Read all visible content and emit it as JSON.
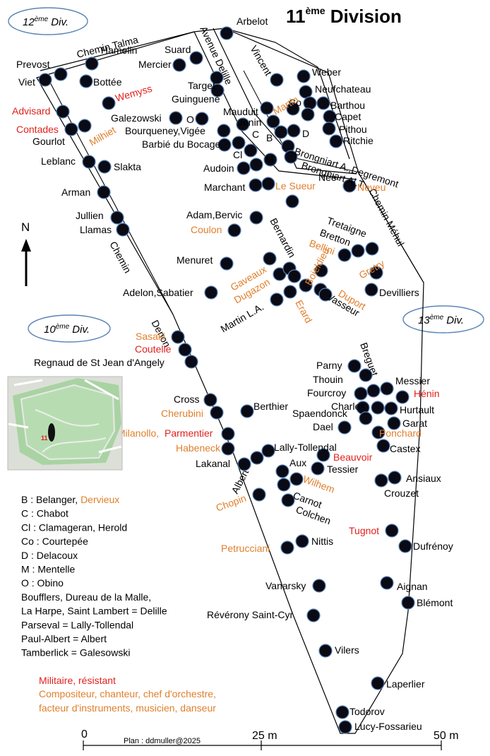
{
  "title": {
    "main": "11",
    "sup": "ème",
    "rest": " Division"
  },
  "divisions": {
    "d12": {
      "num": "12",
      "sup": "ème",
      "rest": " Div."
    },
    "d10": {
      "num": "10",
      "sup": "ème",
      "rest": " Div."
    },
    "d13": {
      "num": "13",
      "sup": "ème",
      "rest": " Div."
    }
  },
  "streets": {
    "talma": "Chemin Talma",
    "delille": "Avenue Delille",
    "vincent": "Vincent",
    "denon": "Chemin                    Denon",
    "mehul": "Chemin Méhul",
    "bernardin": "Bernardin",
    "breguet": "Breguet",
    "albert": "Albert"
  },
  "colors": {
    "red": "#e0211c",
    "orange": "#e07f2b",
    "black": "#000000",
    "grave": "#0a0a14"
  },
  "labels": [
    {
      "t": "Arbelot",
      "c": "k"
    },
    {
      "t": "Prevost",
      "c": "k"
    },
    {
      "t": "Hamelin",
      "c": "k"
    },
    {
      "t": "Suard",
      "c": "k"
    },
    {
      "t": "Mercier",
      "c": "k"
    },
    {
      "t": "Viet",
      "c": "k"
    },
    {
      "t": "Bottée",
      "c": "k"
    },
    {
      "t": "Wemyss",
      "c": "r"
    },
    {
      "t": "Target",
      "c": "k"
    },
    {
      "t": "Guinguené",
      "c": "k"
    },
    {
      "t": "Weber",
      "c": "k"
    },
    {
      "t": "Neufchateau",
      "c": "k"
    },
    {
      "t": "Co",
      "c": "k"
    },
    {
      "t": "Barthou",
      "c": "k"
    },
    {
      "t": "Capet",
      "c": "k"
    },
    {
      "t": "Pithou",
      "c": "k"
    },
    {
      "t": "Ritchie",
      "c": "k"
    },
    {
      "t": "Martin",
      "c": "o"
    },
    {
      "t": "Mauduit",
      "c": "k"
    },
    {
      "t": "Jenin",
      "c": "k"
    },
    {
      "t": "C",
      "c": "k"
    },
    {
      "t": "B",
      "c": "k"
    },
    {
      "t": "D",
      "c": "k"
    },
    {
      "t": "Advisard",
      "c": "r"
    },
    {
      "t": "Galezowski",
      "c": "k"
    },
    {
      "t": "O",
      "c": "k"
    },
    {
      "t": "Contades",
      "c": "r"
    },
    {
      "t": "Milhiet",
      "c": "o"
    },
    {
      "t": "Bourqueney,Vigée",
      "c": "k"
    },
    {
      "t": "Gourlot",
      "c": "k"
    },
    {
      "t": "Barbié du Bocage",
      "c": "k"
    },
    {
      "t": "Cl",
      "c": "k"
    },
    {
      "t": "M",
      "c": "k"
    },
    {
      "t": "Brongniart A.,Degremont",
      "c": "k"
    },
    {
      "t": "Brongniart Al.T",
      "c": "k"
    },
    {
      "t": "Née",
      "c": "k"
    },
    {
      "t": "Leblanc",
      "c": "k"
    },
    {
      "t": "Slakta",
      "c": "k"
    },
    {
      "t": "Audoin",
      "c": "k"
    },
    {
      "t": "Marchant",
      "c": "k"
    },
    {
      "t": "Le Sueur",
      "c": "o"
    },
    {
      "t": "Neveu",
      "c": "o"
    },
    {
      "t": "Arman",
      "c": "k"
    },
    {
      "t": "Jullien",
      "c": "k"
    },
    {
      "t": "Llamas",
      "c": "k"
    },
    {
      "t": "Adam,Bervic",
      "c": "k"
    },
    {
      "t": "Coulon",
      "c": "o"
    },
    {
      "t": "Tretaigne",
      "c": "k"
    },
    {
      "t": "Bretton",
      "c": "k"
    },
    {
      "t": "Bellini",
      "c": "o"
    },
    {
      "t": "Menuret",
      "c": "k"
    },
    {
      "t": "Gaveaux",
      "c": "o"
    },
    {
      "t": "Boieldieu",
      "c": "o"
    },
    {
      "t": "Gretry",
      "c": "o"
    },
    {
      "t": "Dugazon",
      "c": "o"
    },
    {
      "t": "Adelon,Sabatier",
      "c": "k"
    },
    {
      "t": "Duport",
      "c": "o"
    },
    {
      "t": "Devilliers",
      "c": "k"
    },
    {
      "t": "Erard",
      "c": "o"
    },
    {
      "t": "Vasseur",
      "c": "k"
    },
    {
      "t": "Martin L.A.",
      "c": "k"
    },
    {
      "t": "Sasaki",
      "c": "o"
    },
    {
      "t": "Coutelle",
      "c": "r"
    },
    {
      "t": "Regnaud de St Jean d'Angely",
      "c": "k"
    },
    {
      "t": "Parny",
      "c": "k"
    },
    {
      "t": "Thouin",
      "c": "k"
    },
    {
      "t": "Messier",
      "c": "k"
    },
    {
      "t": "Fourcroy",
      "c": "k"
    },
    {
      "t": "Hénin",
      "c": "r"
    },
    {
      "t": "Charles",
      "c": "k"
    },
    {
      "t": "Hurtault",
      "c": "k"
    },
    {
      "t": "Cross",
      "c": "k"
    },
    {
      "t": "Spaendonck",
      "c": "k"
    },
    {
      "t": "Garat",
      "c": "k"
    },
    {
      "t": "Cherubini",
      "c": "o"
    },
    {
      "t": "Berthier",
      "c": "k"
    },
    {
      "t": "Dael",
      "c": "k"
    },
    {
      "t": "Ponchard",
      "c": "o"
    },
    {
      "t": "Milanollo,",
      "c": "o"
    },
    {
      "t": "Parmentier",
      "c": "r"
    },
    {
      "t": "Castex",
      "c": "k"
    },
    {
      "t": "Lally-Tollendal",
      "c": "k"
    },
    {
      "t": "Habeneck",
      "c": "o"
    },
    {
      "t": "Beauvoir",
      "c": "r"
    },
    {
      "t": "Lakanal",
      "c": "k"
    },
    {
      "t": "Aux",
      "c": "k"
    },
    {
      "t": "Tessier",
      "c": "k"
    },
    {
      "t": "Ansiaux",
      "c": "k"
    },
    {
      "t": "Wilhem",
      "c": "o"
    },
    {
      "t": "Crouzet",
      "c": "k"
    },
    {
      "t": "Carnot",
      "c": "k"
    },
    {
      "t": "Chopin",
      "c": "o"
    },
    {
      "t": "Colchen",
      "c": "k"
    },
    {
      "t": "Tugnot",
      "c": "r"
    },
    {
      "t": "Nittis",
      "c": "k"
    },
    {
      "t": "Dufrénoy",
      "c": "k"
    },
    {
      "t": "Petrucciani",
      "c": "o"
    },
    {
      "t": "Vanarsky",
      "c": "k"
    },
    {
      "t": "Aignan",
      "c": "k"
    },
    {
      "t": "Blémont",
      "c": "k"
    },
    {
      "t": "Révérony Saint-Cyr",
      "c": "k"
    },
    {
      "t": "Vilers",
      "c": "k"
    },
    {
      "t": "Laperlier",
      "c": "k"
    },
    {
      "t": "Todorov",
      "c": "k"
    },
    {
      "t": "Lucy-Fossarieu",
      "c": "k"
    }
  ],
  "north": "N",
  "inset": {
    "marker": "11"
  },
  "legend": [
    {
      "text": "B : Belanger, ",
      "extra": "Dervieux"
    },
    {
      "text": "C : Chabot",
      "extra": ""
    },
    {
      "text": "Cl : Clamageran, Herold",
      "extra": ""
    },
    {
      "text": "Co : Courtepée",
      "extra": ""
    },
    {
      "text": "D : Delacoux",
      "extra": ""
    },
    {
      "text": "M : Mentelle",
      "extra": ""
    },
    {
      "text": "O : Obino",
      "extra": ""
    },
    {
      "text": "Boufflers, Dureau de la Malle,",
      "extra": ""
    },
    {
      "text": "La Harpe, Saint Lambert = Delille",
      "extra": ""
    },
    {
      "text": "Parseval = Lally-Tollendal",
      "extra": ""
    },
    {
      "text": "Paul-Albert = Albert",
      "extra": ""
    },
    {
      "text": "Tamberlick = Galesowski",
      "extra": ""
    }
  ],
  "key": {
    "red": "Militaire, résistant",
    "orange1": "Compositeur, chanteur, chef d'orchestre,",
    "orange2": "facteur d'instruments, musicien, danseur"
  },
  "scale": {
    "s0": "0",
    "s25": "25 m",
    "s50": "50 m",
    "credit": "Plan : ddmuller@2025"
  }
}
